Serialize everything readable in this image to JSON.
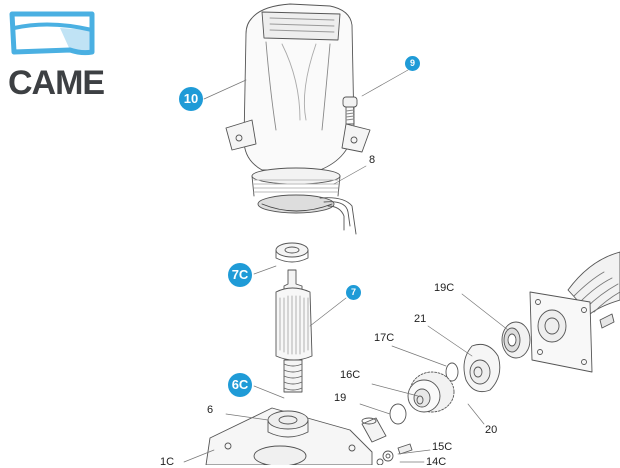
{
  "brand": {
    "name": "CAME",
    "logo_color": "#4ab0e2",
    "text_color": "#3d4043"
  },
  "accent": "#1f9bd7",
  "callouts": [
    "10",
    "9",
    "7C",
    "7",
    "6C"
  ],
  "labels": [
    "8",
    "6",
    "19C",
    "21",
    "17C",
    "16C",
    "19",
    "20",
    "15C",
    "14C",
    "1C"
  ],
  "parts": [
    "motor-cover",
    "screw",
    "stator-winding",
    "bearing",
    "worm-shaft",
    "gearbox-base",
    "worm-gear-shaft",
    "flange-plate",
    "seal-ring",
    "clutch-ring",
    "o-ring",
    "circlip",
    "gear-wheel",
    "pin",
    "washer",
    "bolt"
  ]
}
